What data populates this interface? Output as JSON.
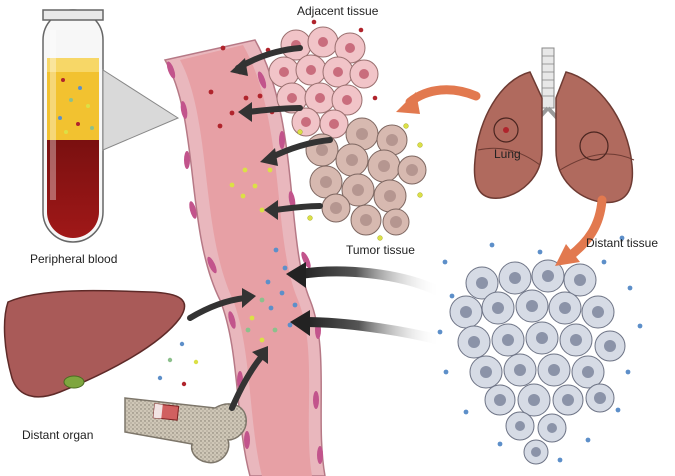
{
  "labels": {
    "adjacent_tissue": "Adjacent tissue",
    "lung": "Lung",
    "distant_tissue": "Distant tissue",
    "tumor_tissue": "Tumor tissue",
    "peripheral_blood": "Peripheral blood",
    "distant_organ": "Distant organ"
  },
  "colors": {
    "vessel_wall": "#e9b7bd",
    "vessel_lumen": "#e7a0a5",
    "vessel_cell": "#c2548c",
    "lung": "#b06a5e",
    "liver": "#a95a58",
    "adjacent_cell": "#f1c4c8",
    "tumor_cell": "#d7b9b0",
    "distant_cell": "#d6dbe5",
    "dot_red": "#b0242c",
    "dot_yellow": "#dbe046",
    "dot_blue": "#5d8fc9",
    "dot_green": "#8cc08c",
    "arrow": "#333333",
    "orange_arrow": "#e2794f"
  }
}
